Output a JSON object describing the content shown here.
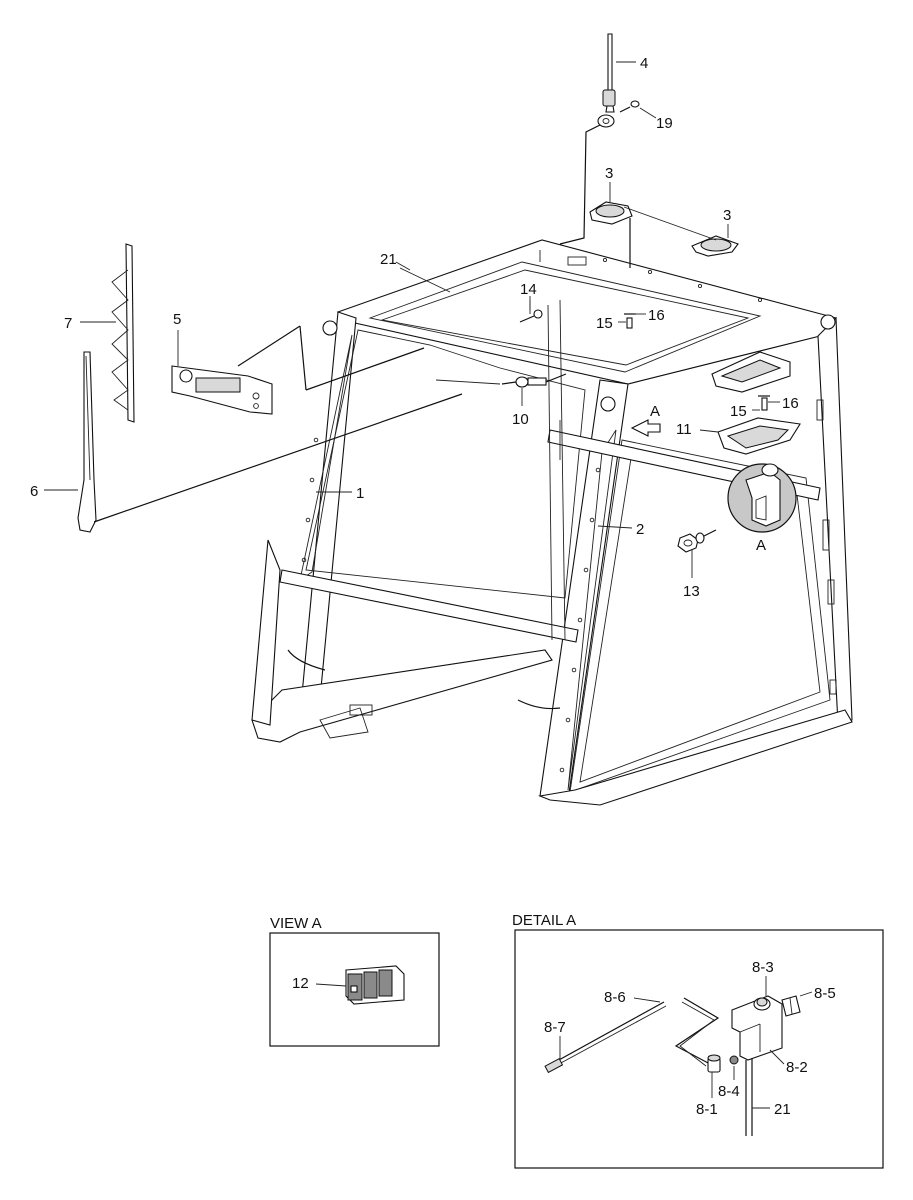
{
  "views": {
    "view_a": {
      "title": "VIEW A"
    },
    "detail_a": {
      "title": "DETAIL A"
    }
  },
  "callouts": {
    "c4": "4",
    "c19": "19",
    "c3a": "3",
    "c3b": "3",
    "c21": "21",
    "c7": "7",
    "c5": "5",
    "c14": "14",
    "c15a": "15",
    "c16a": "16",
    "c10": "10",
    "c15b": "15",
    "c16b": "16",
    "c11": "11",
    "c6": "6",
    "c1": "1",
    "c2": "2",
    "c13": "13",
    "cA_detail": "A",
    "cA_arrow": "A",
    "c12": "12",
    "d8_3": "8-3",
    "d8_5": "8-5",
    "d8_6": "8-6",
    "d8_7": "8-7",
    "d8_2": "8-2",
    "d8_4": "8-4",
    "d8_1": "8-1",
    "d21": "21"
  }
}
